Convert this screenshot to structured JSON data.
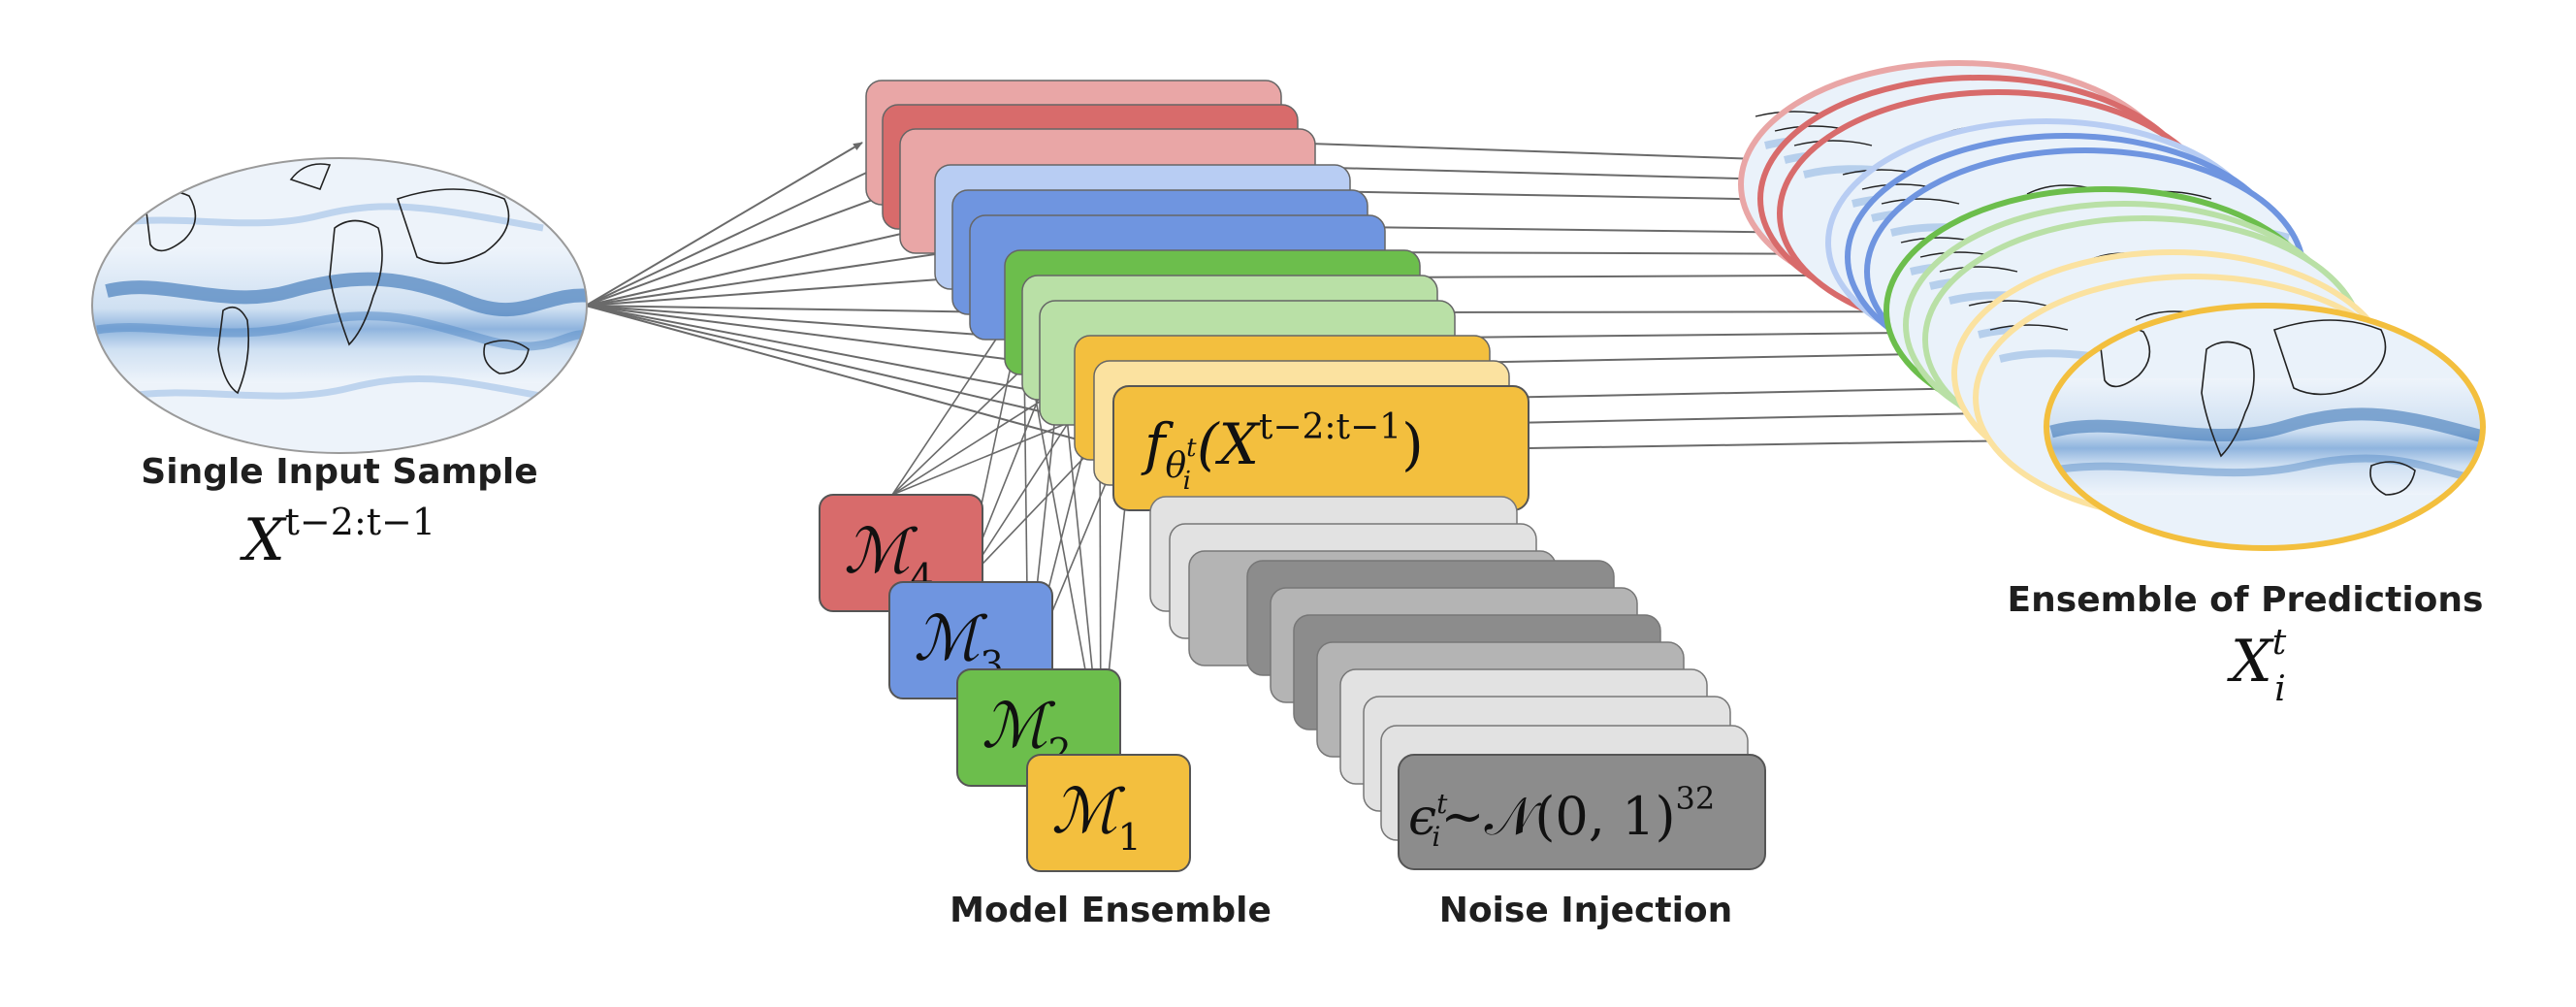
{
  "labels": {
    "input": "Single Input Sample",
    "ensemble": "Model Ensemble",
    "noise": "Noise Injection",
    "predictions": "Ensemble of Predictions"
  },
  "math": {
    "input_var": "X",
    "input_sup": "t−2:t−1",
    "f": "f",
    "theta": "θ",
    "theta_sup": "t",
    "theta_sub": "i",
    "f_arg_open": "(X",
    "f_arg_sup": "t−2:t−1",
    "f_arg_close": ")",
    "model_symbol": "ℳ",
    "models": [
      "4",
      "3",
      "2",
      "1"
    ],
    "eps": "ϵ",
    "eps_sup": "t",
    "eps_sub": "i",
    "noise_dist": "∼𝒩(0, 1)",
    "noise_dim": "32",
    "output_var": "X",
    "output_sup": "t",
    "output_sub": "i"
  },
  "colors": {
    "red": "#d86b6b",
    "red_light": "#e9a6a6",
    "blue": "#6f95e0",
    "blue_light": "#b8cdf3",
    "green": "#6cbe4c",
    "green_light": "#b9e0a6",
    "yellow": "#f3bf3e",
    "yellow_light": "#fbe2a0",
    "gray_dark": "#8c8c8c",
    "gray_mid": "#b4b4b4",
    "gray_light": "#e2e2e2",
    "ocean": "#eaf2fa",
    "ocean_deep": "#3f78b8",
    "arrow": "#6a6a6a"
  }
}
